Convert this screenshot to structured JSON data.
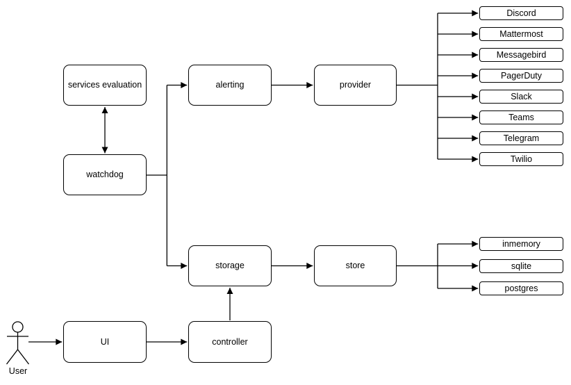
{
  "diagram": {
    "colors": {
      "background": "#ffffff",
      "node_fill": "#ffffff",
      "stroke": "#000000",
      "text": "#000000"
    },
    "nodes": {
      "services_evaluation": "services evaluation",
      "watchdog": "watchdog",
      "alerting": "alerting",
      "provider": "provider",
      "storage": "storage",
      "store": "store",
      "ui": "UI",
      "controller": "controller"
    },
    "actor": {
      "label": "User"
    },
    "provider_leaves": [
      "Discord",
      "Mattermost",
      "Messagebird",
      "PagerDuty",
      "Slack",
      "Teams",
      "Telegram",
      "Twilio"
    ],
    "store_leaves": [
      "inmemory",
      "sqlite",
      "postgres"
    ],
    "edges": [
      {
        "from": "services evaluation",
        "to": "watchdog",
        "style": "bidirectional-arrow"
      },
      {
        "from": "watchdog",
        "to": "alerting",
        "style": "arrow"
      },
      {
        "from": "watchdog",
        "to": "storage",
        "style": "arrow"
      },
      {
        "from": "alerting",
        "to": "provider",
        "style": "arrow"
      },
      {
        "from": "provider",
        "to": "Discord",
        "style": "arrow"
      },
      {
        "from": "provider",
        "to": "Mattermost",
        "style": "arrow"
      },
      {
        "from": "provider",
        "to": "Messagebird",
        "style": "arrow"
      },
      {
        "from": "provider",
        "to": "PagerDuty",
        "style": "arrow"
      },
      {
        "from": "provider",
        "to": "Slack",
        "style": "arrow"
      },
      {
        "from": "provider",
        "to": "Teams",
        "style": "arrow"
      },
      {
        "from": "provider",
        "to": "Telegram",
        "style": "arrow"
      },
      {
        "from": "provider",
        "to": "Twilio",
        "style": "arrow"
      },
      {
        "from": "storage",
        "to": "store",
        "style": "arrow"
      },
      {
        "from": "store",
        "to": "inmemory",
        "style": "arrow"
      },
      {
        "from": "store",
        "to": "sqlite",
        "style": "arrow"
      },
      {
        "from": "store",
        "to": "postgres",
        "style": "arrow"
      },
      {
        "from": "controller",
        "to": "storage",
        "style": "arrow"
      },
      {
        "from": "UI",
        "to": "controller",
        "style": "arrow"
      },
      {
        "from": "User",
        "to": "UI",
        "style": "arrow"
      }
    ]
  }
}
